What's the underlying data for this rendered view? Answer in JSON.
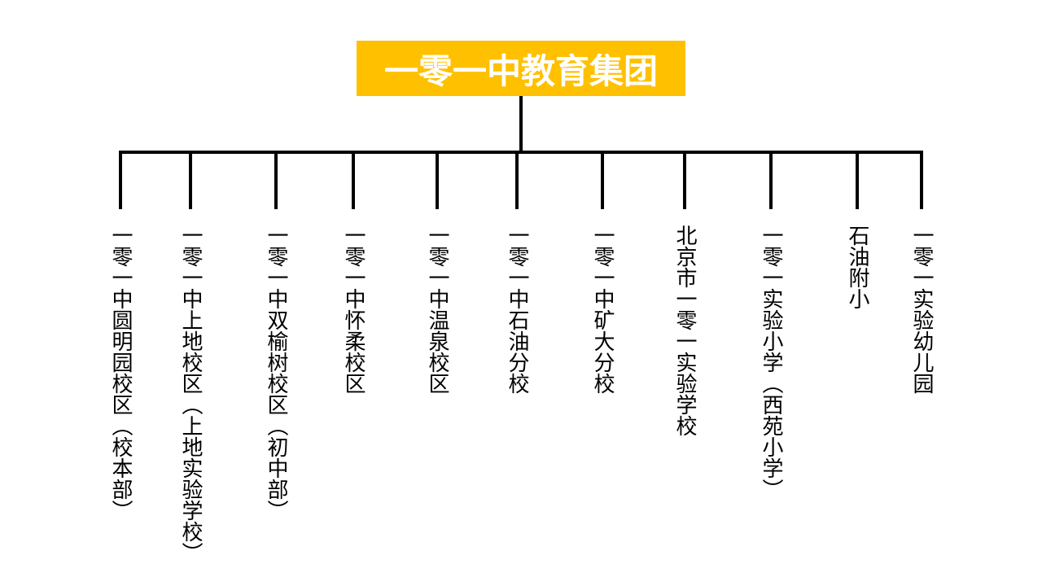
{
  "title": "一零一中教育集团",
  "colors": {
    "title_bg": "#FFC000",
    "title_text": "#FFFFFF",
    "lines": "#000000",
    "label_text": "#000000"
  },
  "branches": [
    {
      "label": "一零一中圆明园校区（校本部）"
    },
    {
      "label": "一零一中上地校区（上地实验学校）"
    },
    {
      "label": "一零一中双榆树校区（初中部）"
    },
    {
      "label": "一零一中怀柔校区"
    },
    {
      "label": "一零一中温泉校区"
    },
    {
      "label": "一零一中石油分校"
    },
    {
      "label": "一零一中矿大分校"
    },
    {
      "label": "北京市一零一实验学校"
    },
    {
      "label": "一零一实验小学（西苑小学）"
    },
    {
      "label": "石油附小"
    },
    {
      "label": "一零一实验幼儿园"
    }
  ]
}
